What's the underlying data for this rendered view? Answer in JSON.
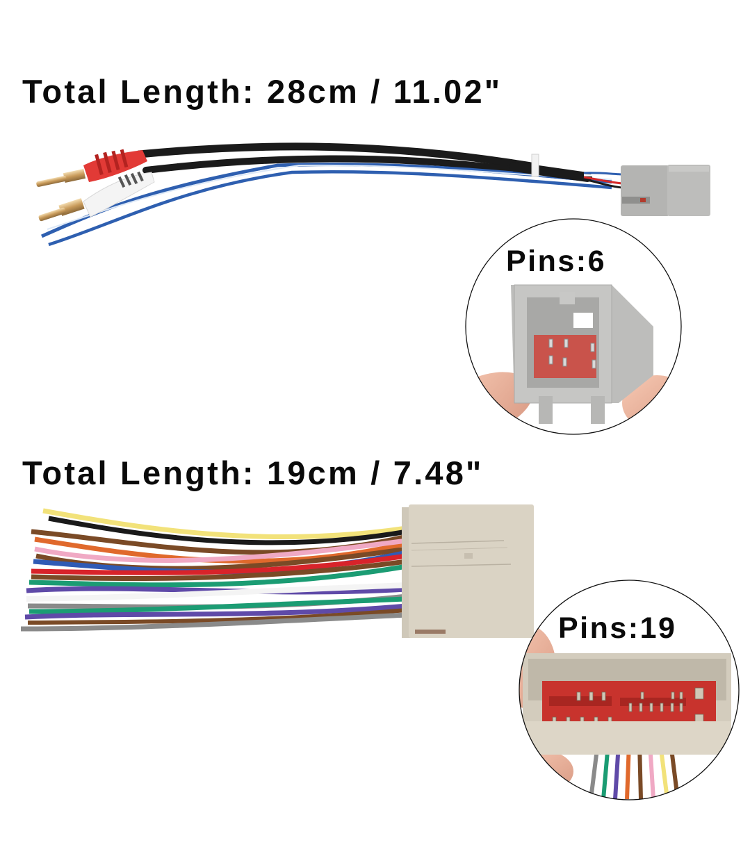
{
  "harness_1": {
    "title": "Total Length: 28cm / 11.02\"",
    "length_cm": "28cm",
    "length_in": "11.02\"",
    "detail_label": "Pins:6",
    "pin_count": 6,
    "plugs": [
      "red RCA",
      "white RCA"
    ],
    "wire_colors": [
      "#1a1a1a",
      "#2e5fb0",
      "#ffffff",
      "#d62828"
    ],
    "connector_color": "#b9b9b7"
  },
  "harness_2": {
    "title": "Total Length: 19cm / 7.48\"",
    "length_cm": "19cm",
    "length_in": "7.48\"",
    "detail_label": "Pins:19",
    "pin_count": 19,
    "wire_colors": [
      "#f2e27a",
      "#1a1a1a",
      "#7a4a26",
      "#e0692c",
      "#f0a9c4",
      "#2f5bb5",
      "#d8232a",
      "#1b9c73",
      "#5f4aa8",
      "#8a8a8a",
      "#f4f4f4"
    ],
    "connector_color": "#d9d2c3"
  },
  "colors": {
    "background": "#ffffff",
    "text": "#0a0a0a",
    "pin_housing_red": "#c8332d"
  }
}
